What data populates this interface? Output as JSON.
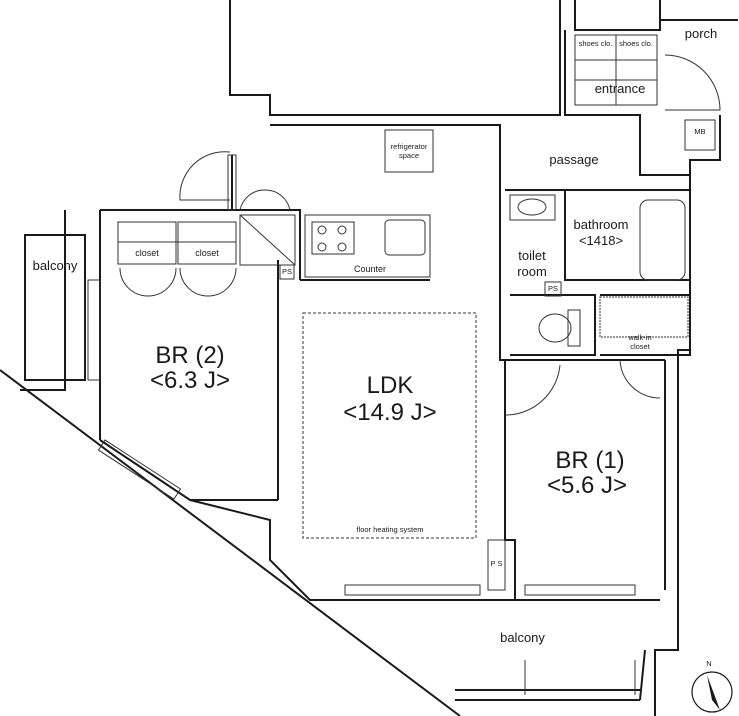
{
  "rooms": {
    "br2": {
      "name": "BR (2)",
      "size": "<6.3 J>"
    },
    "ldk": {
      "name": "LDK",
      "size": "<14.9 J>"
    },
    "br1": {
      "name": "BR (1)",
      "size": "<5.6 J>"
    },
    "bathroom": {
      "name": "bathroom",
      "size": "<1418>"
    }
  },
  "labels": {
    "porch": "porch",
    "entrance": "entrance",
    "shoes1": "shoes clo.",
    "shoes2": "shoes clo.",
    "mb": "MB",
    "fridge1": "refrigerator",
    "fridge2": "space",
    "passage": "passage",
    "toilet1": "toilet",
    "toilet2": "room",
    "ps_toilet": "PS",
    "ps_kitchen": "PS",
    "ps_bottom": "P S",
    "counter": "Counter",
    "closet1": "closet",
    "closet2": "closet",
    "walkin1": "walk-in",
    "walkin2": "closet",
    "balcony_left": "balcony",
    "balcony_bottom": "balcony",
    "floor_heating": "floor heating system",
    "north": "N"
  },
  "colors": {
    "wall": "#1a1a1a",
    "line": "#333333",
    "fill": "#ffffff"
  }
}
